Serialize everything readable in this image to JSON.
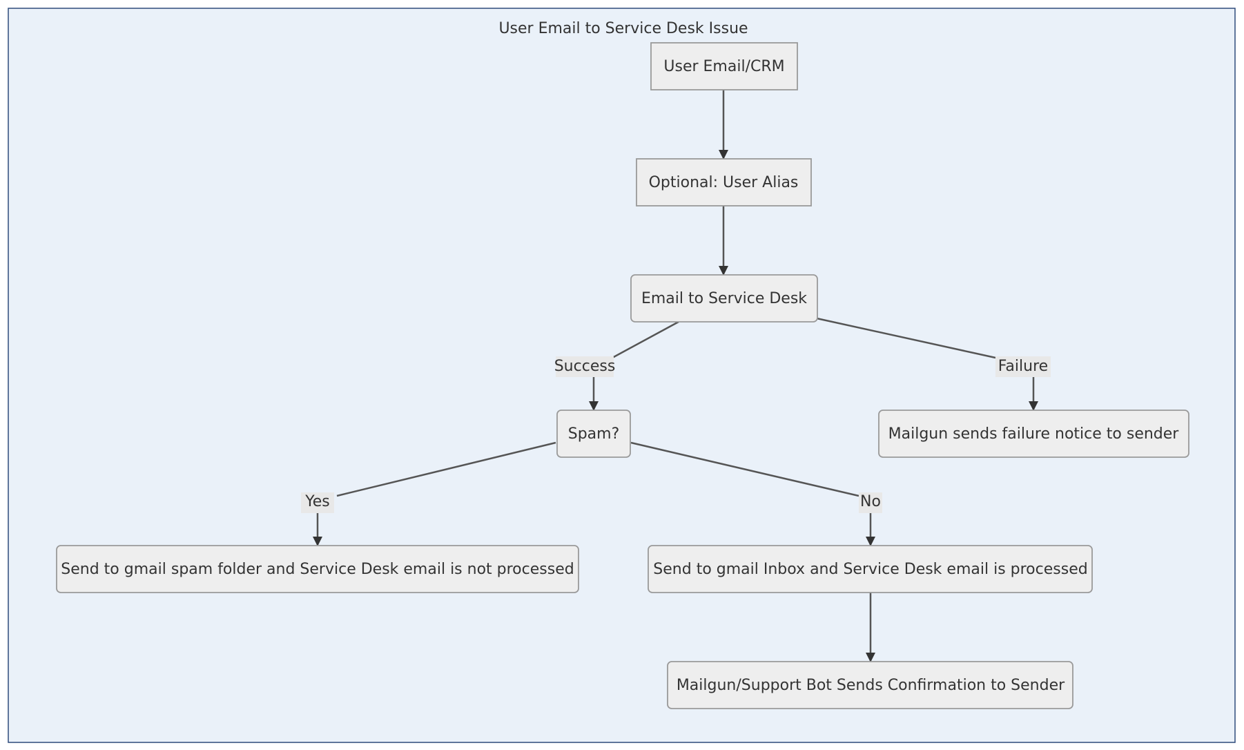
{
  "diagram": {
    "title": "User Email to Service Desk Issue",
    "colors": {
      "subgraph_fill": "#eaf1f9",
      "subgraph_stroke": "#2d4a7a",
      "node_fill": "#eeeeee",
      "node_stroke": "#999999",
      "edge": "#555555",
      "label_bg": "#e8e8e8",
      "text": "#333333"
    },
    "nodes": {
      "user_email": "User Email/CRM",
      "user_alias": "Optional: User Alias",
      "email_service_desk": "Email to Service Desk",
      "spam": "Spam?",
      "failure_notice": "Mailgun sends failure notice to sender",
      "spam_folder": "Send to gmail spam folder and Service Desk email is not processed",
      "inbox": "Send to gmail Inbox and Service Desk email is processed",
      "confirmation": "Mailgun/Support Bot Sends Confirmation to Sender"
    },
    "edge_labels": {
      "success": "Success",
      "failure": "Failure",
      "yes": "Yes",
      "no": "No"
    }
  }
}
